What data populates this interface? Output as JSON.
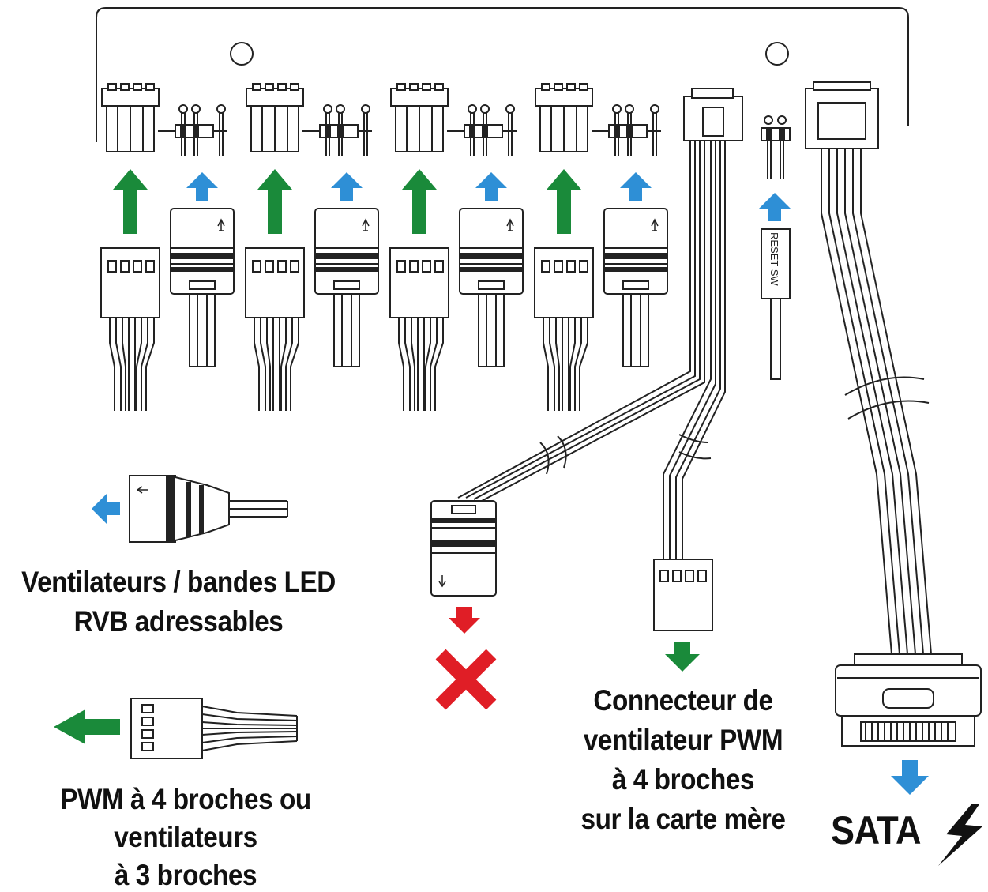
{
  "labels": {
    "argb_line1": "Ventilateurs / bandes LED",
    "argb_line2": "RVB adressables",
    "pwm_line1": "PWM à 4 broches ou",
    "pwm_line2": "ventilateurs",
    "pwm_line3": "à 3 broches",
    "mobo_line1": "Connecteur de",
    "mobo_line2": "ventilateur PWM",
    "mobo_line3": "à 4 broches",
    "mobo_line4": "sur la carte mère",
    "sata": "SATA",
    "reset_switch": "RESET SW"
  },
  "colors": {
    "fan_arrow": "#1a8a3a",
    "argb_arrow": "#2e8fd6",
    "mobo_arrow": "#1a8a3a",
    "sata_arrow": "#2e8fd6",
    "not_connected_arrow": "#e01e26",
    "not_connected_mark": "#e01e26",
    "line": "#222222"
  },
  "icons": {
    "sata_power": "lightning-bolt-icon",
    "not_connected": "red-x-icon"
  },
  "ports": {
    "fan_ports": 4,
    "argb_ports": 4
  }
}
